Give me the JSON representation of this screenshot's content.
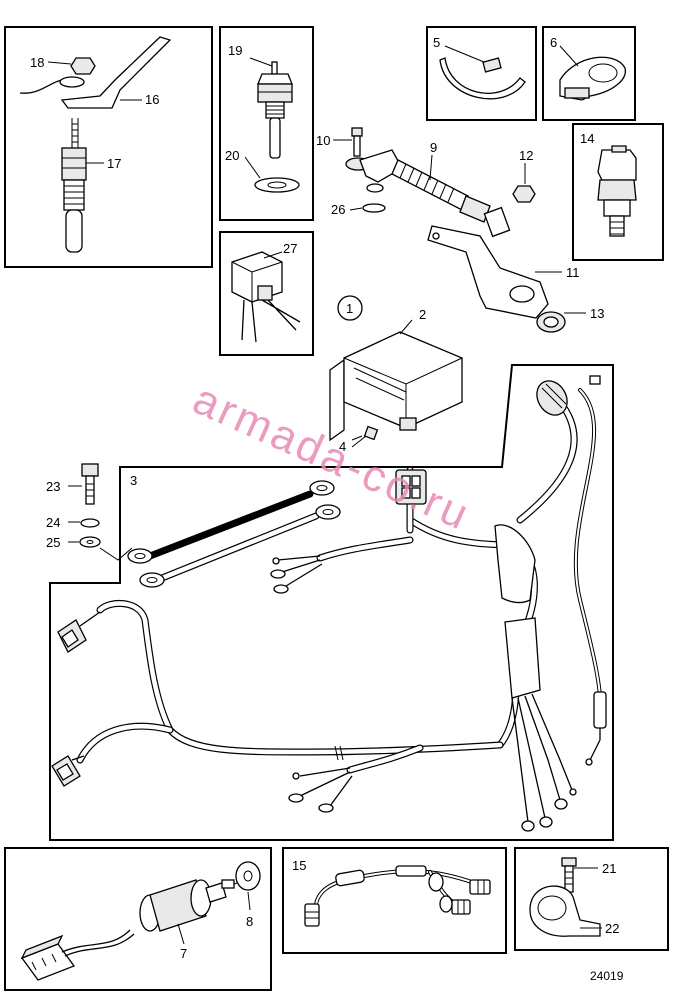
{
  "diagram": {
    "drawing_number": "24019",
    "watermark": "armada-co.ru",
    "note_marker": "1",
    "callouts": {
      "c1": "1",
      "c2": "2",
      "c3": "3",
      "c4": "4",
      "c5": "5",
      "c6": "6",
      "c7": "7",
      "c8": "8",
      "c9": "9",
      "c10": "10",
      "c11": "11",
      "c12": "12",
      "c13": "13",
      "c14": "14",
      "c15": "15",
      "c16": "16",
      "c17": "17",
      "c18": "18",
      "c19": "19",
      "c20": "20",
      "c21": "21",
      "c22": "22",
      "c23": "23",
      "c24": "24",
      "c25": "25",
      "c26": "26",
      "c27": "27"
    }
  }
}
